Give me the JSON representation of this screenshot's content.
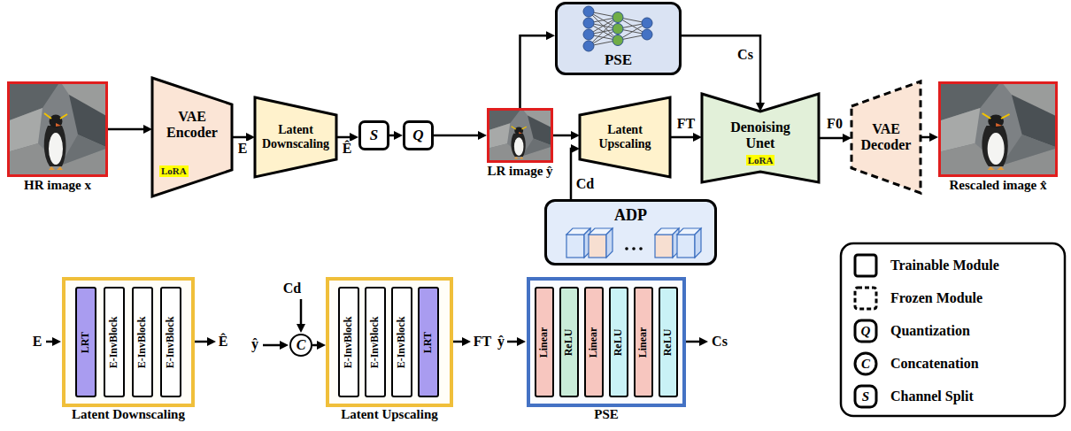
{
  "diagram": {
    "nodes": [
      {
        "text": [
          "HR image x"
        ]
      },
      {
        "text": [
          "VAE Encoder",
          "LoRA"
        ]
      },
      {
        "text": [
          "Latent Downscaling"
        ]
      },
      {
        "text": [
          "S"
        ]
      },
      {
        "text": [
          "Q"
        ]
      },
      {
        "text": [
          "LR image ŷ"
        ]
      },
      {
        "text": [
          "PSE"
        ]
      },
      {
        "text": [
          "Latent Upscaling"
        ]
      },
      {
        "text": [
          "ADP"
        ]
      },
      {
        "text": [
          "Denoising Unet",
          "LoRA"
        ]
      },
      {
        "text": [
          "VAE Decoder"
        ]
      },
      {
        "text": [
          "Rescaled image x̂"
        ]
      },
      {
        "text": [
          "Latent Downscaling"
        ]
      },
      {
        "text": [
          "LRT"
        ],
        "in": 12
      },
      {
        "text": [
          "E-InvBlock"
        ],
        "in": 12
      },
      {
        "text": [
          "E-InvBlock"
        ],
        "in": 12
      },
      {
        "text": [
          "E-InvBlock"
        ],
        "in": 12
      },
      {
        "text": [
          "C"
        ]
      },
      {
        "text": [
          "Latent Upscaling"
        ]
      },
      {
        "text": [
          "E-InvBlock"
        ],
        "in": 18
      },
      {
        "text": [
          "E-InvBlock"
        ],
        "in": 18
      },
      {
        "text": [
          "E-InvBlock"
        ],
        "in": 18
      },
      {
        "text": [
          "LRT"
        ],
        "in": 18
      },
      {
        "text": [
          "PSE"
        ]
      },
      {
        "text": [
          "Linear"
        ],
        "in": 23
      },
      {
        "text": [
          "ReLU"
        ],
        "in": 23
      },
      {
        "text": [
          "Linear"
        ],
        "in": 23
      },
      {
        "text": [
          "ReLU"
        ],
        "in": 23
      },
      {
        "text": [
          "Linear"
        ],
        "in": 23
      },
      {
        "text": [
          "ReLU"
        ],
        "in": 23
      }
    ],
    "edges": [
      {
        "from": 0,
        "to": 1,
        "arrow": "to"
      },
      {
        "from": 1,
        "to": 2,
        "label": "E",
        "arrow": "to"
      },
      {
        "from": 2,
        "to": 3,
        "label": "Ê",
        "arrow": "to"
      },
      {
        "from": 3,
        "to": 4,
        "arrow": "to"
      },
      {
        "from": 4,
        "to": 5,
        "arrow": "to"
      },
      {
        "from": 5,
        "to": 6,
        "arrow": "to"
      },
      {
        "from": 6,
        "to": 9,
        "label": "Cs",
        "arrow": "to"
      },
      {
        "from": 5,
        "to": 7,
        "arrow": "to"
      },
      {
        "from": 8,
        "to": 7,
        "label": "Cd",
        "arrow": "to"
      },
      {
        "from": 7,
        "to": 9,
        "label": "FT",
        "arrow": "to"
      },
      {
        "from": 9,
        "to": 10,
        "label": "F0",
        "arrow": "to"
      },
      {
        "from": 10,
        "to": 11,
        "arrow": "to"
      },
      {
        "from": 17,
        "to": 18,
        "arrow": "to"
      }
    ],
    "labels": [
      "E",
      "Ê",
      "Cd",
      "ŷ",
      "FT",
      "ŷ",
      "Cs",
      "Q",
      "C",
      "S"
    ],
    "legend": [
      {
        "text": "Trainable Module"
      },
      {
        "text": "Frozen Module"
      },
      {
        "text": "Quantization"
      },
      {
        "text": "Concatenation"
      },
      {
        "text": "Channel Split"
      }
    ]
  }
}
